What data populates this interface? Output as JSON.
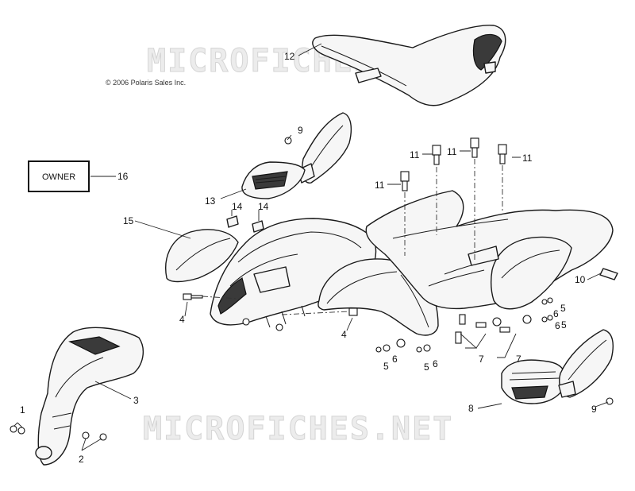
{
  "copyright": "© 2006 Polaris Sales Inc.",
  "watermark": "MICROFICHES.NET",
  "owner_label": "OWNER",
  "callouts": {
    "c1": "1",
    "c2": "2",
    "c3": "3",
    "c4a": "4",
    "c4b": "4",
    "c5a": "5",
    "c5b": "5",
    "c5c": "5",
    "c5d": "5",
    "c6a": "6",
    "c6b": "6",
    "c6c": "6",
    "c6d": "6",
    "c7a": "7",
    "c7b": "7",
    "c8": "8",
    "c9a": "9",
    "c9b": "9",
    "c10": "10",
    "c11a": "11",
    "c11b": "11",
    "c11c": "11",
    "c11d": "11",
    "c12": "12",
    "c13": "13",
    "c14a": "14",
    "c14b": "14",
    "c15": "15",
    "c16": "16"
  }
}
